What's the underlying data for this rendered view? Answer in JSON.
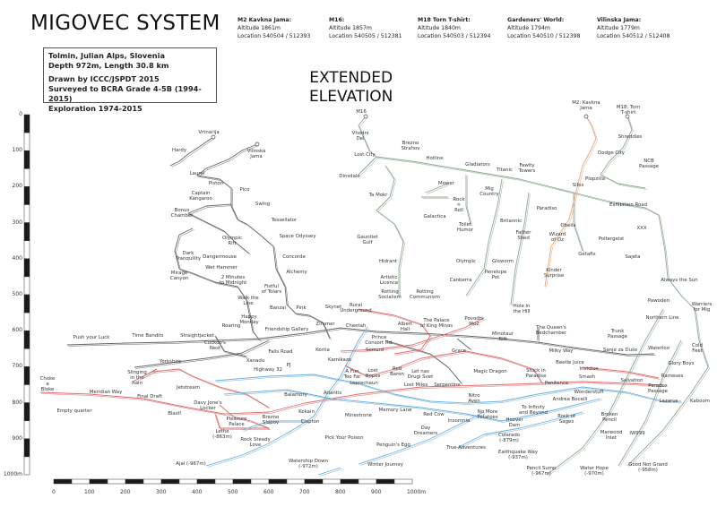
{
  "title": "MIGOVEC SYSTEM",
  "entrances": [
    {
      "name": "M2 Kavkna Jama:",
      "altitude": "Altitude 1861m",
      "location": "Location 540504 / 512393"
    },
    {
      "name": "M16:",
      "altitude": "Altitude 1857m",
      "location": "Location 540505 / 512381"
    },
    {
      "name": "M18 Torn T-shirt:",
      "altitude": "Altitude 1840m",
      "location": "Location 540503 / 512394"
    },
    {
      "name": "Gardeners' World:",
      "altitude": "Altitude 1794m",
      "location": "Location 540510 / 512398"
    },
    {
      "name": "Vilinska Jama:",
      "altitude": "Altitude 1779m",
      "location": "Location 540512 / 512408"
    }
  ],
  "info": {
    "line1": "Tolmin, Julian Alps, Slovenia",
    "line2": "Depth 972m, Length 30.8 km",
    "line3": "Drawn by ICCC/JSPDT 2015",
    "line4": "Surveyed to BCRA Grade 4-5B (1994-2015)",
    "line5": "Exploration 1974-2015"
  },
  "view_title": "EXTENDED\nELEVATION",
  "depth_scale": [
    "0",
    "100",
    "200",
    "300",
    "400",
    "500",
    "600",
    "700",
    "800",
    "900",
    "1000m"
  ],
  "horizontal_scale": [
    "0",
    "100",
    "200",
    "300",
    "400",
    "500",
    "600",
    "700",
    "800",
    "900",
    "1000m"
  ],
  "colors": {
    "gray": "#666666",
    "green": "#8fa88f",
    "red": "#e06a6a",
    "blue": "#6aaedc",
    "orange": "#e8a77e"
  },
  "labels": [
    "Vrtnarija",
    "Hardy",
    "Vilinska\nJama",
    "Laurel",
    "Piston",
    "Pico",
    "Captain\nKangaroo",
    "Swing",
    "Bonus\nChamber",
    "Tessellator",
    "Olympic\nRift",
    "Space Odyssey",
    "Dark\nTranquility",
    "Dangermouse",
    "Concorde",
    "Wet Hammer",
    "Alchemy",
    "Mirage\nCanyon",
    "2 Minutes\nto Midnight",
    "Fistful\nof Tolars",
    "Walk the\nLine",
    "Banzai",
    "Pink",
    "Skynet",
    "Rural\nUnderground",
    "Happy\nMonday",
    "Roaring",
    "Friendship Gallery",
    "Zimmer",
    "Cheetah",
    "Push your Luck",
    "Time Bandits",
    "Straightjacket",
    "Cuckoo's\nNest",
    "Falls Road",
    "Korita",
    "Prince\nConsort Rd.",
    "Albert\nHall",
    "The Palace\nof King Minos",
    "Povodni\nMo2",
    "Serrurd",
    "Minotaur\nRift",
    "The Queen's\nBedchamber",
    "Yorkshire",
    "Xanadu",
    "Kamikaze",
    "Grace",
    "Milky Way",
    "Sanje za Dušo",
    "Waterloo",
    "Cold Feet",
    "Slinging\nin the\nRain",
    "Highway 32",
    "PJ",
    "A Fun\nToo Far",
    "Lost\nHopes",
    "Red\nBaron",
    "Let nas\nDrugi Svet",
    "Magic Dragon",
    "Stuck in\nParadise",
    "Beetle Juice",
    "Invictus",
    "Glory Boys",
    "Rameses",
    "Choke\na\nBloke",
    "Jetstream",
    "Leprechaun",
    "Lost Miles",
    "Serpentine",
    "Penitence",
    "Smash",
    "Salvation",
    "Paradox\nPassage",
    "Meridian Way",
    "Balamory",
    "Atlantis",
    "Wonderstuff",
    "Nitro\nAven",
    "Andrea Bocelli",
    "Final Draft",
    "Lazarus",
    "Kaboom",
    "Davy Jone's\nLocker",
    "Memory Lane",
    "Red Cow",
    "Blast!",
    "Minestrone",
    "Kokain",
    "To Infinity\nand Beyond",
    "No More\nPotatoes",
    "Rock of\nSages",
    "Broken\nPencil",
    "Empty quarter",
    "Pleasure\nPalace",
    "Brezno\nSlapov",
    "Clapton",
    "Insomnia",
    "Hoover\nDam",
    "Lethe\n(-863m)",
    "Day\nDreamers",
    "Marwood\nInlet",
    "IW999",
    "Colarado\n(-879m)",
    "Rock Steady\nLove",
    "Pick Your Poison",
    "Penguin's Egg",
    "True Adventures",
    "Earthquake Way\n(-937m)",
    "Ajal (-967m)",
    "Watership Down\n(-972m)",
    "Winter Journey",
    "Pencil Sump\n(-967m)",
    "Water Hope\n(-970m)",
    "Good Not Grand\n(-958m)",
    "M16",
    "Vhodni\nDel",
    "Brezno\nStrahov",
    "Lost City",
    "Hotline",
    "Dinsdale",
    "Gladiators",
    "Titanic",
    "Fawlty\nTowers",
    "Mower",
    "Ta Mokr",
    "Mig\nCountry",
    "Rock\nn\nRoll",
    "Galactica",
    "Toilet\nHumor",
    "Britannic",
    "Gauntlet\nGulf",
    "Father\nShed",
    "Hidrant",
    "Olympic",
    "Gloworm",
    "Penelope\nPot",
    "Canberra",
    "Artistic\nLicence",
    "Rotting\nSocialism",
    "Rotting\nCommunism",
    "Hole in\nthe Hill",
    "M2: Kavkna\nJama",
    "M18: Torn\nT-shirt",
    "Shreddies",
    "Dodge City",
    "NCB\nPassage",
    "Silos",
    "Plopzilla",
    "Paradiso",
    "Exhibition Road",
    "Obelix",
    "Wizard\nof Oz",
    "XXX",
    "Poltergeist",
    "Getafix",
    "Sajeta",
    "Kinder\nSurprise",
    "Always the Sun",
    "Pawoden",
    "Warriers\nfor Mig",
    "Northern Line",
    "Trunk\nPassage"
  ]
}
